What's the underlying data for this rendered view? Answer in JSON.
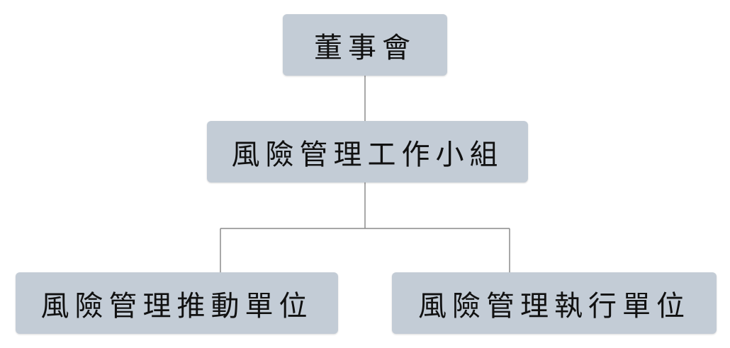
{
  "org_chart": {
    "root": {
      "label": "董事會"
    },
    "middle": {
      "label": "風險管理工作小組"
    },
    "children": [
      {
        "label": "風險管理推動單位"
      },
      {
        "label": "風險管理執行單位"
      }
    ]
  },
  "colors": {
    "node_fill": "#c3ccd6",
    "connector": "#8a8a8a",
    "text": "#111111",
    "background": "#ffffff"
  }
}
